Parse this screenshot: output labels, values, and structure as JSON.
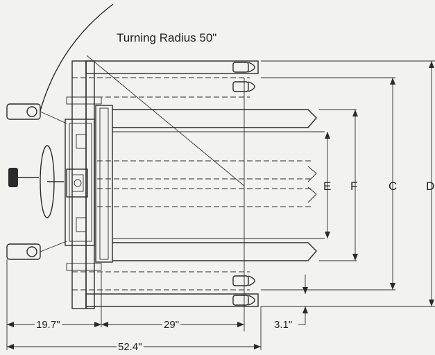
{
  "turning_radius_label": "Turning Radius 50\"",
  "dimensions": {
    "d1": "19.7\"",
    "d2": "29\"",
    "d3": "52.4\"",
    "d4": "3.1\""
  },
  "letters": {
    "e": "E",
    "f": "F",
    "c": "C",
    "d": "D"
  }
}
